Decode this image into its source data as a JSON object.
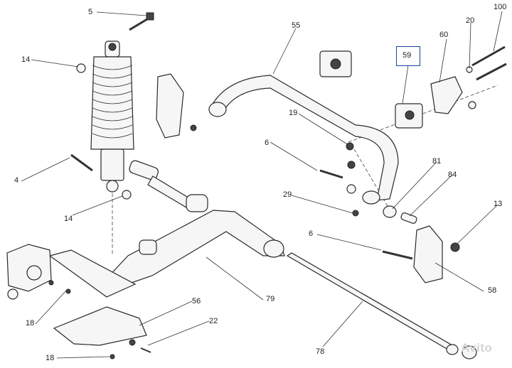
{
  "callouts": {
    "c5": "5",
    "c14a": "14",
    "c14b": "14",
    "c4": "4",
    "c55": "55",
    "c19": "19",
    "c6a": "6",
    "c6b": "6",
    "c29": "29",
    "c59": "59",
    "c60": "60",
    "c20": "20",
    "c100": "100",
    "c81": "81",
    "c84": "84",
    "c13": "13",
    "c58": "58",
    "c79": "79",
    "c56": "56",
    "c22": "22",
    "c18a": "18",
    "c18b": "18",
    "c78": "78"
  },
  "highlighted_callout": "59",
  "watermark": "Avito",
  "colors": {
    "highlight_box": "#1d3f9c",
    "line": "#333333"
  }
}
